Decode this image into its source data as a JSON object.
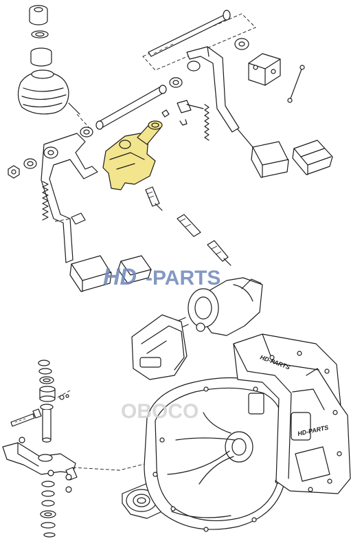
{
  "watermark": {
    "brand_mark": "HD",
    "brand_text": "-PARTS",
    "brand_color": "#6f86b8",
    "secondary": "OBOCO",
    "secondary_color": "#d2d2d2"
  },
  "housing_cast_labels": [
    "HD-PARTS",
    "HD-PARTS"
  ],
  "colors": {
    "line": "#1a1a1a",
    "highlight_part": "#f3e58d",
    "background": "#ffffff"
  }
}
